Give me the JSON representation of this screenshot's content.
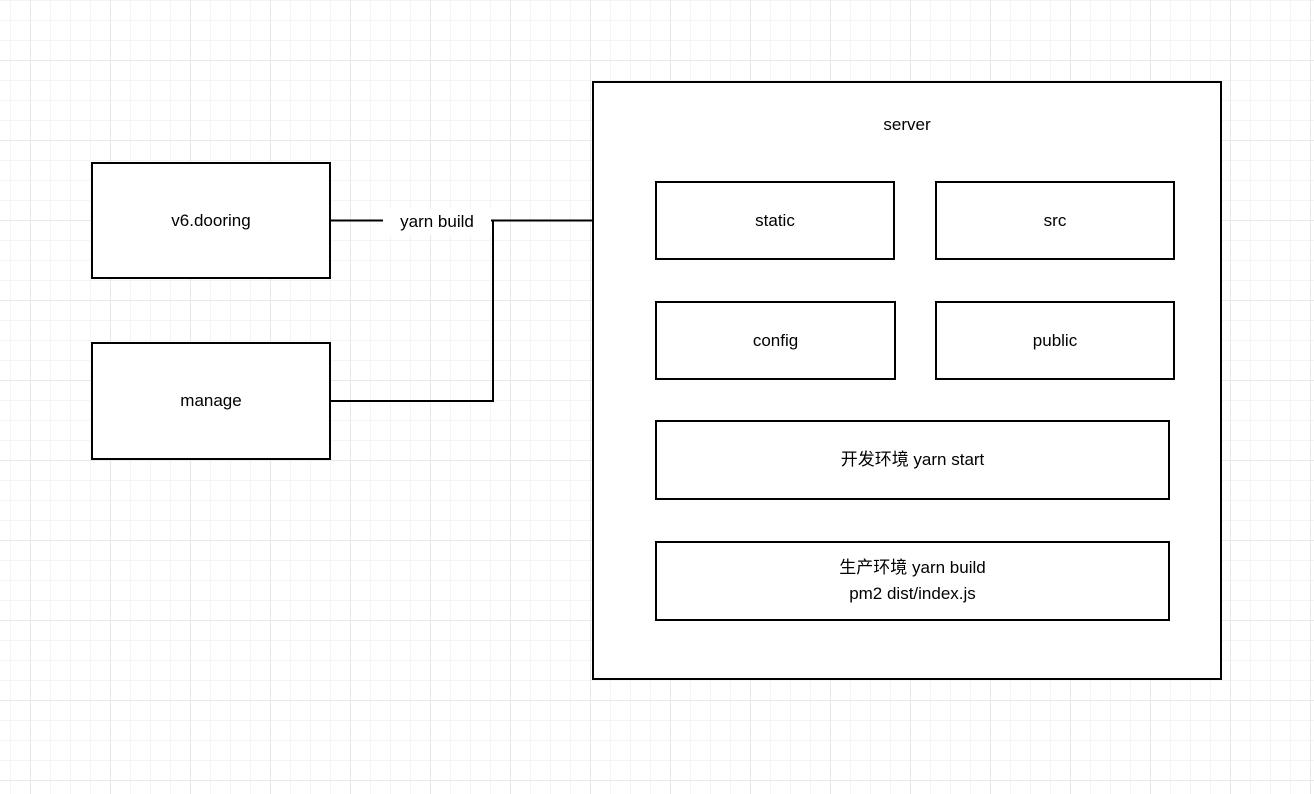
{
  "diagram": {
    "nodes": {
      "v6dooring": {
        "label": "v6.dooring"
      },
      "manage": {
        "label": "manage"
      },
      "server": {
        "label": "server"
      },
      "static": {
        "label": "static"
      },
      "src": {
        "label": "src"
      },
      "config": {
        "label": "config"
      },
      "public": {
        "label": "public"
      },
      "dev_env": {
        "label": "开发环境 yarn start"
      },
      "prod_env": {
        "line1": "生产环境 yarn build",
        "line2": "pm2 dist/index.js"
      }
    },
    "edges": {
      "build_label": "yarn build"
    },
    "colors": {
      "background": "#ffffff",
      "grid_fine": "#f4f4f4",
      "grid_major": "#e8e8e8",
      "line": "#000000",
      "box_border": "#000000",
      "box_fill": "#ffffff",
      "text": "#000000"
    }
  }
}
